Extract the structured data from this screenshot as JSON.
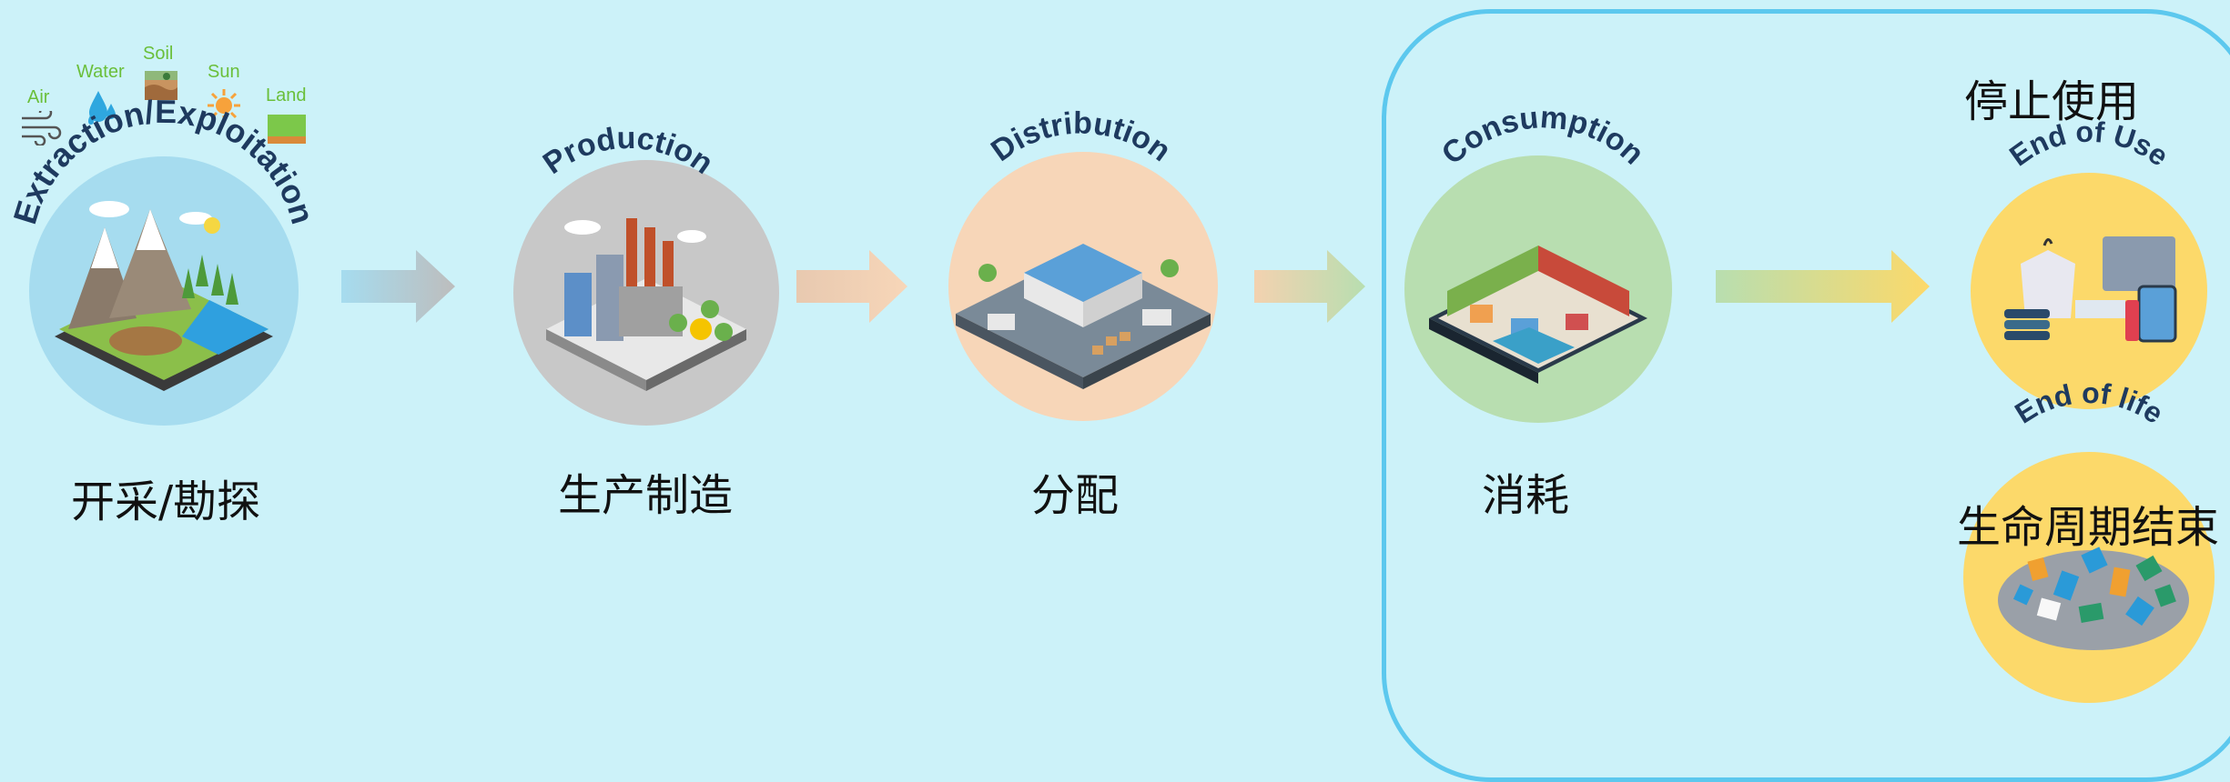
{
  "stages": [
    {
      "id": "extraction",
      "arc_label": "Extraction/Exploitation",
      "zh": "开采/勘探",
      "color": "#a6dcef"
    },
    {
      "id": "production",
      "arc_label": "Production",
      "zh": "生产制造",
      "color": "#c8c8c8"
    },
    {
      "id": "distribution",
      "arc_label": "Distribution",
      "zh": "分配",
      "color": "#f7d6b8"
    },
    {
      "id": "consumption",
      "arc_label": "Consumption",
      "zh": "消耗",
      "color": "#b8deb0"
    },
    {
      "id": "end_of_use",
      "arc_label": "End of Use",
      "zh": "停止使用",
      "color": "#fcd96a"
    },
    {
      "id": "end_of_life",
      "arc_label": "End of life",
      "zh": "生命周期结束",
      "color": "#fcd96a"
    }
  ],
  "resources": [
    "Air",
    "Water",
    "Soil",
    "Sun",
    "Land"
  ],
  "colors": {
    "background": "#ccf2f9",
    "frame": "#5cc8ee",
    "arc_text": "#1e3a5f",
    "resource_text": "#6abf3a"
  }
}
